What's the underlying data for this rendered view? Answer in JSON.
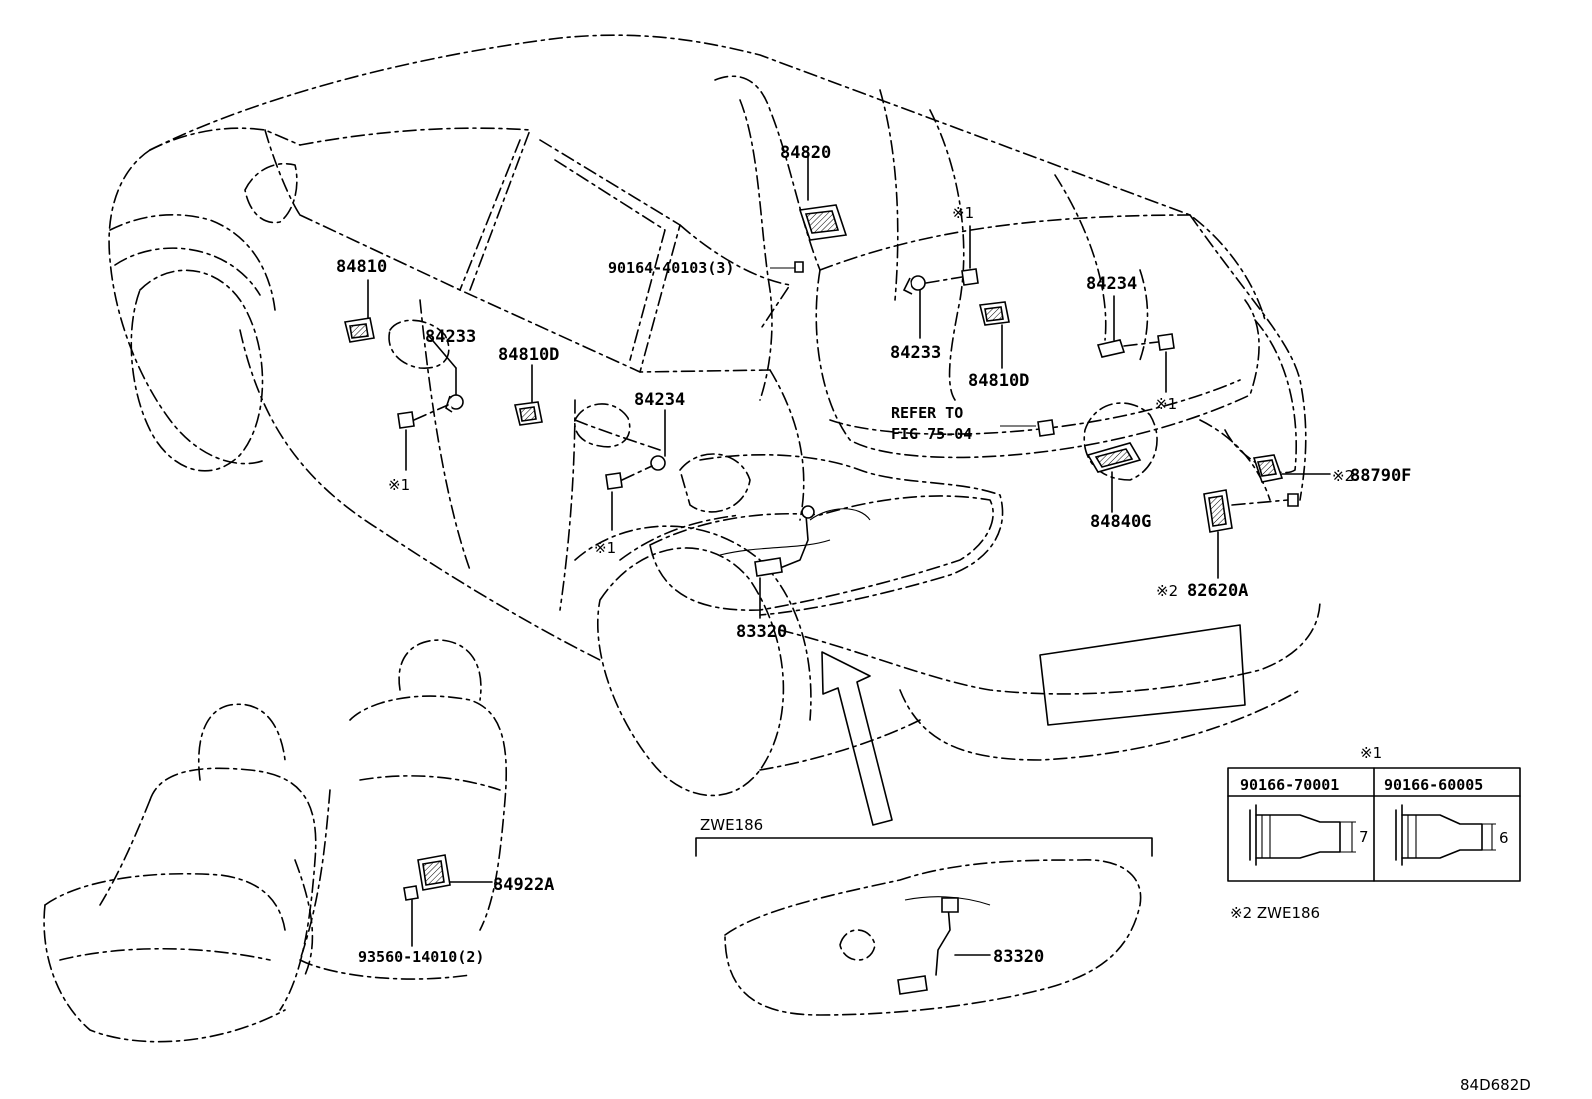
{
  "figure_id": "84D682D",
  "labels": {
    "p84820": "84820",
    "p90164": "90164-40103(3)",
    "p84810": "84810",
    "p84233_left": "84233",
    "p84810d_left": "84810D",
    "p84234_mid": "84234",
    "p84233_right": "84233",
    "p84810d_right": "84810D",
    "p84234_right": "84234",
    "refer_line1": "REFER TO",
    "refer_line2": "FIG 75-04",
    "p84840g": "84840G",
    "p88790f": "88790F",
    "p82620a": "82620A",
    "p83320_top": "83320",
    "p84922a": "84922A",
    "p93560": "93560-14010(2)",
    "p83320_tank": "83320",
    "zwe186": "ZWE186"
  },
  "marks": {
    "note1": "※1",
    "note2": "※2"
  },
  "note_table": {
    "title": "※1",
    "col1": "90166-70001",
    "col2": "90166-60005",
    "dim1": "7",
    "dim2": "6"
  },
  "footnote": "※2 ZWE186"
}
